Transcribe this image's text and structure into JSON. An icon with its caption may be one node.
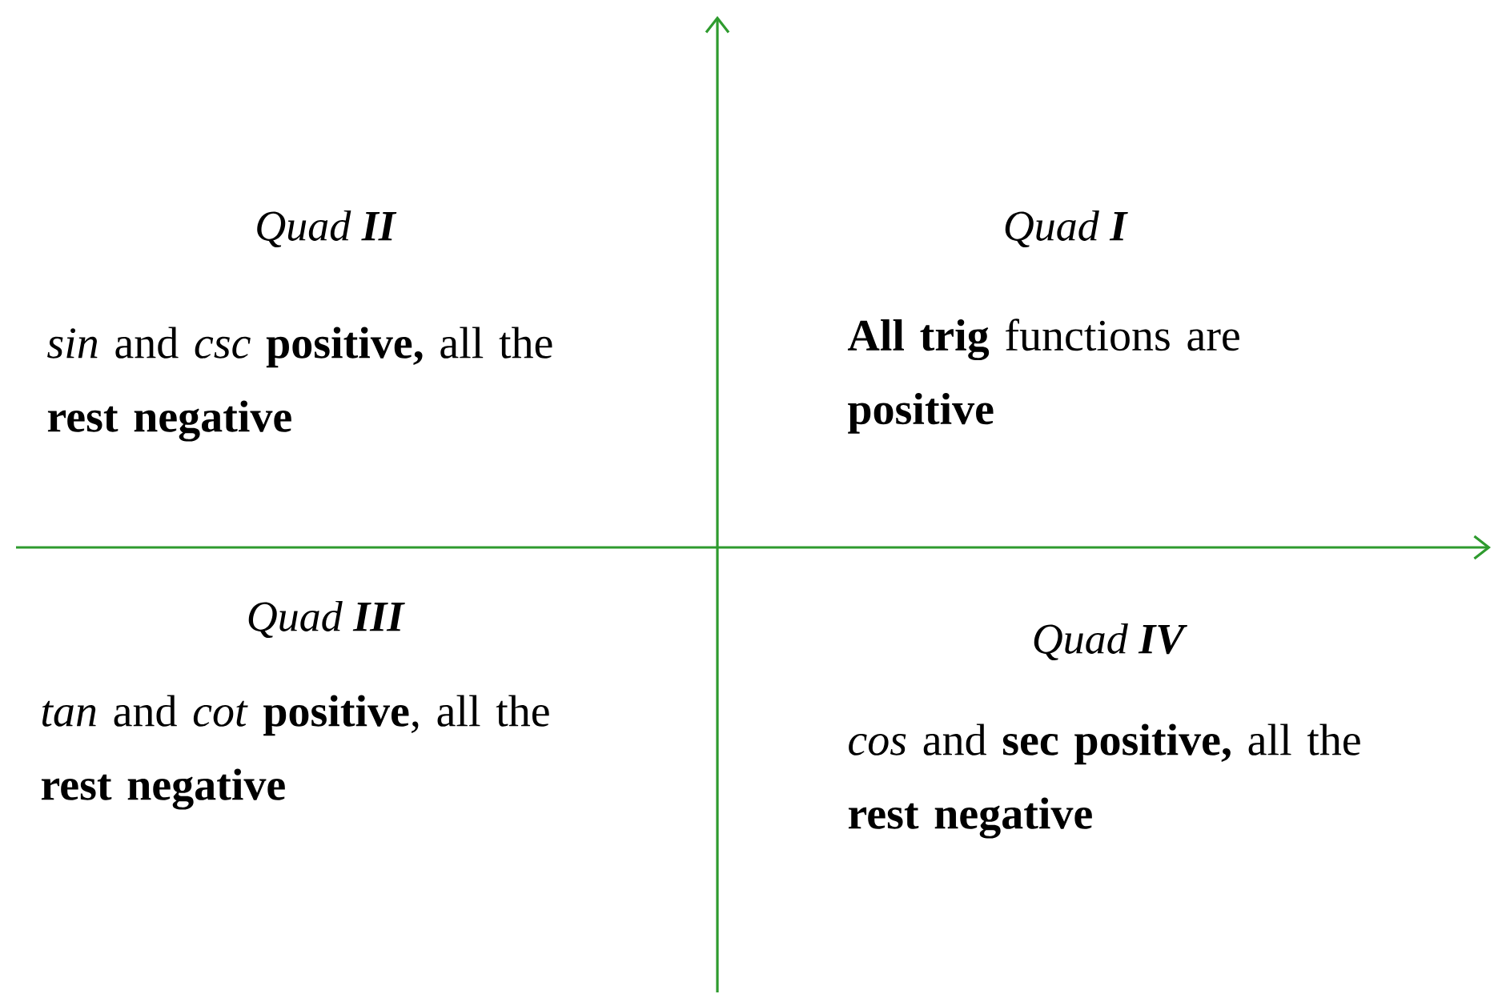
{
  "diagram": {
    "labels": [
      "Quad **II**",
      "Quad **I**",
      "*sin* and *csc* **positive,** all the **rest** **negative**",
      "**All trig** functions are **positive**",
      "Quad **III**",
      "Quad **IV**",
      "*tan* and *cot* **positive**, all the **rest** **negative**",
      "*cos* and **sec** **positive,** all the **rest** **negative**"
    ]
  }
}
